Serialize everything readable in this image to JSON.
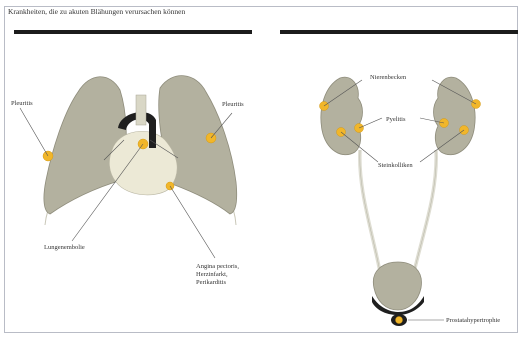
{
  "caption": "Krankheiten, die zu akuten Blähungen verursachen können",
  "lungs_diagram": {
    "labels": {
      "pleuritis_left": "Pleuritis",
      "pleuritis_right": "Pleuritis",
      "lungenembolie": "Lungenembolie",
      "angina_line1": "Angina pectoris,",
      "angina_line2": "Herzinfarkt,",
      "angina_line3": "Perikarditis"
    }
  },
  "kidney_diagram": {
    "labels": {
      "nierenbecken": "Nierenbecken",
      "pyelitis": "Pyelitis",
      "steinkolliken": "Steinkolliken",
      "prostata": "Prostatahypertrophie"
    }
  },
  "colors": {
    "organ_fill": "#b3b19f",
    "organ_stroke": "#8e8c7b",
    "marker": "#f1b62a",
    "heart_fill": "#ece9d6",
    "rule": "#1c1c1c"
  }
}
